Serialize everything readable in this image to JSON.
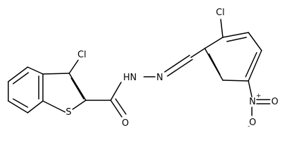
{
  "structure": {
    "atoms": {
      "cl_top_right": "Cl",
      "cl_left": "Cl",
      "nh": "HN",
      "n_imine": "N",
      "o_carbonyl": "O",
      "s_ring": "S",
      "n_nitro": "N",
      "n_nitro_charge": "+",
      "o_nitro_upper": "O",
      "o_nitro_right": "O",
      "o_nitro_charge": "-"
    }
  }
}
